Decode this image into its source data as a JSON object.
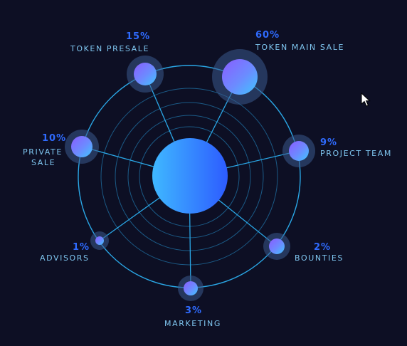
{
  "colors": {
    "background": "#0d0f24",
    "ring": "#2aa7e6",
    "ring_faint": "#1b5a86",
    "percent_text": "#2f6bff",
    "label_text": "#7fc6f0"
  },
  "cursor": "mouse-pointer-icon",
  "segments": [
    {
      "id": "token-main-sale",
      "percent": "60%",
      "label": "TOKEN MAIN SALE",
      "share": 60
    },
    {
      "id": "token-presale",
      "percent": "15%",
      "label": "TOKEN PRESALE",
      "share": 15
    },
    {
      "id": "private-sale",
      "percent": "10%",
      "label_line1": "PRIVATE",
      "label_line2": "SALE",
      "share": 10
    },
    {
      "id": "project-team",
      "percent": "9%",
      "label": "PROJECT TEAM",
      "share": 9
    },
    {
      "id": "bounties",
      "percent": "2%",
      "label": "BOUNTIES",
      "share": 2
    },
    {
      "id": "advisors",
      "percent": "1%",
      "label": "ADVISORS",
      "share": 1
    },
    {
      "id": "marketing",
      "percent": "3%",
      "label": "MARKETING",
      "share": 3
    }
  ]
}
